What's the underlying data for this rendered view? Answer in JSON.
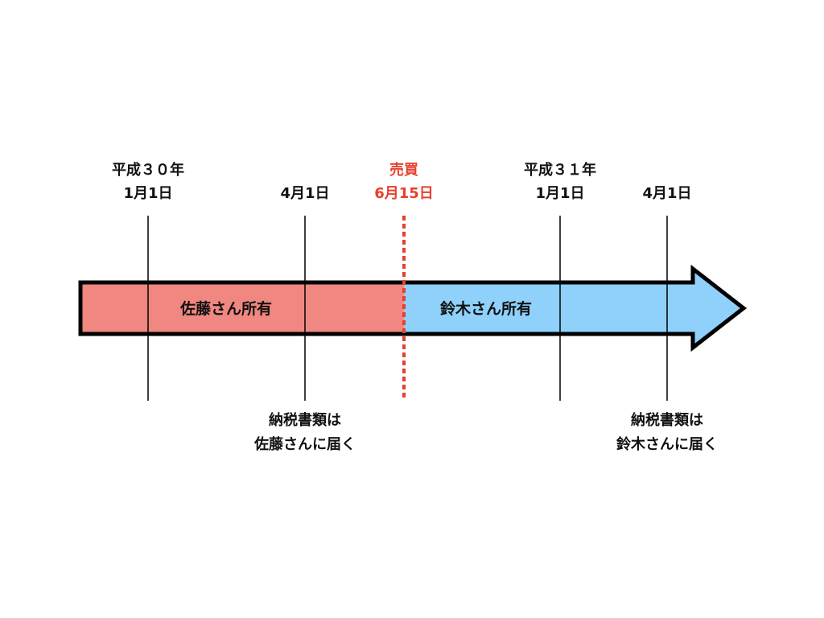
{
  "colors": {
    "sato_segment": "#f08780",
    "suzuki_segment": "#8fd1fb",
    "outline": "#000000",
    "sale_line": "#e8402e",
    "text": "#111111"
  },
  "top_labels": {
    "h30_year": "平成３０年",
    "h30_date": "1月1日",
    "apr1_first": "4月1日",
    "sale_title": "売買",
    "sale_date": "6月15日",
    "h31_year": "平成３１年",
    "h31_date": "1月1日",
    "apr1_second": "4月1日"
  },
  "segments": {
    "sato": "佐藤さん所有",
    "suzuki": "鈴木さん所有"
  },
  "bottom_labels": {
    "first_line1": "納税書類は",
    "first_line2": "佐藤さんに届く",
    "second_line1": "納税書類は",
    "second_line2": "鈴木さんに届く"
  }
}
